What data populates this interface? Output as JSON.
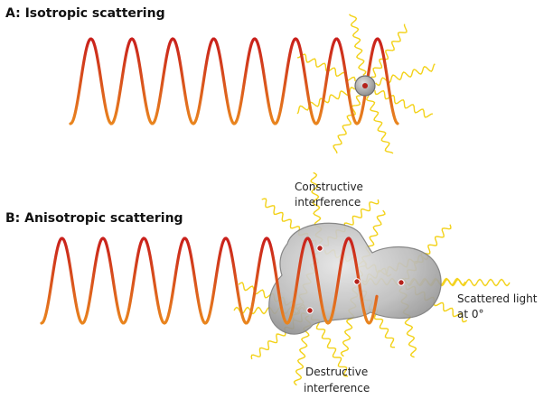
{
  "panels": {
    "isotropic": {
      "title": "A: Isotropic scattering"
    },
    "anisotropic": {
      "title": "B: Anisotropic scattering",
      "labels": {
        "constructive_line1": "Constructive",
        "constructive_line2": "interference",
        "destructive_line1": "Destructive",
        "destructive_line2": "interference",
        "scattered_line1": "Scattered light",
        "scattered_line2": "at 0°"
      }
    }
  },
  "colors": {
    "wave_start": "#e9851e",
    "wave_end": "#c9201c",
    "scattered_light": "#f3d21a",
    "particle_fill": "#b9b9b9",
    "particle_stroke": "#7f7f7f",
    "scatter_center": "#b5221b"
  },
  "icons": [
    "particle-icon",
    "scattering-center-icon"
  ]
}
